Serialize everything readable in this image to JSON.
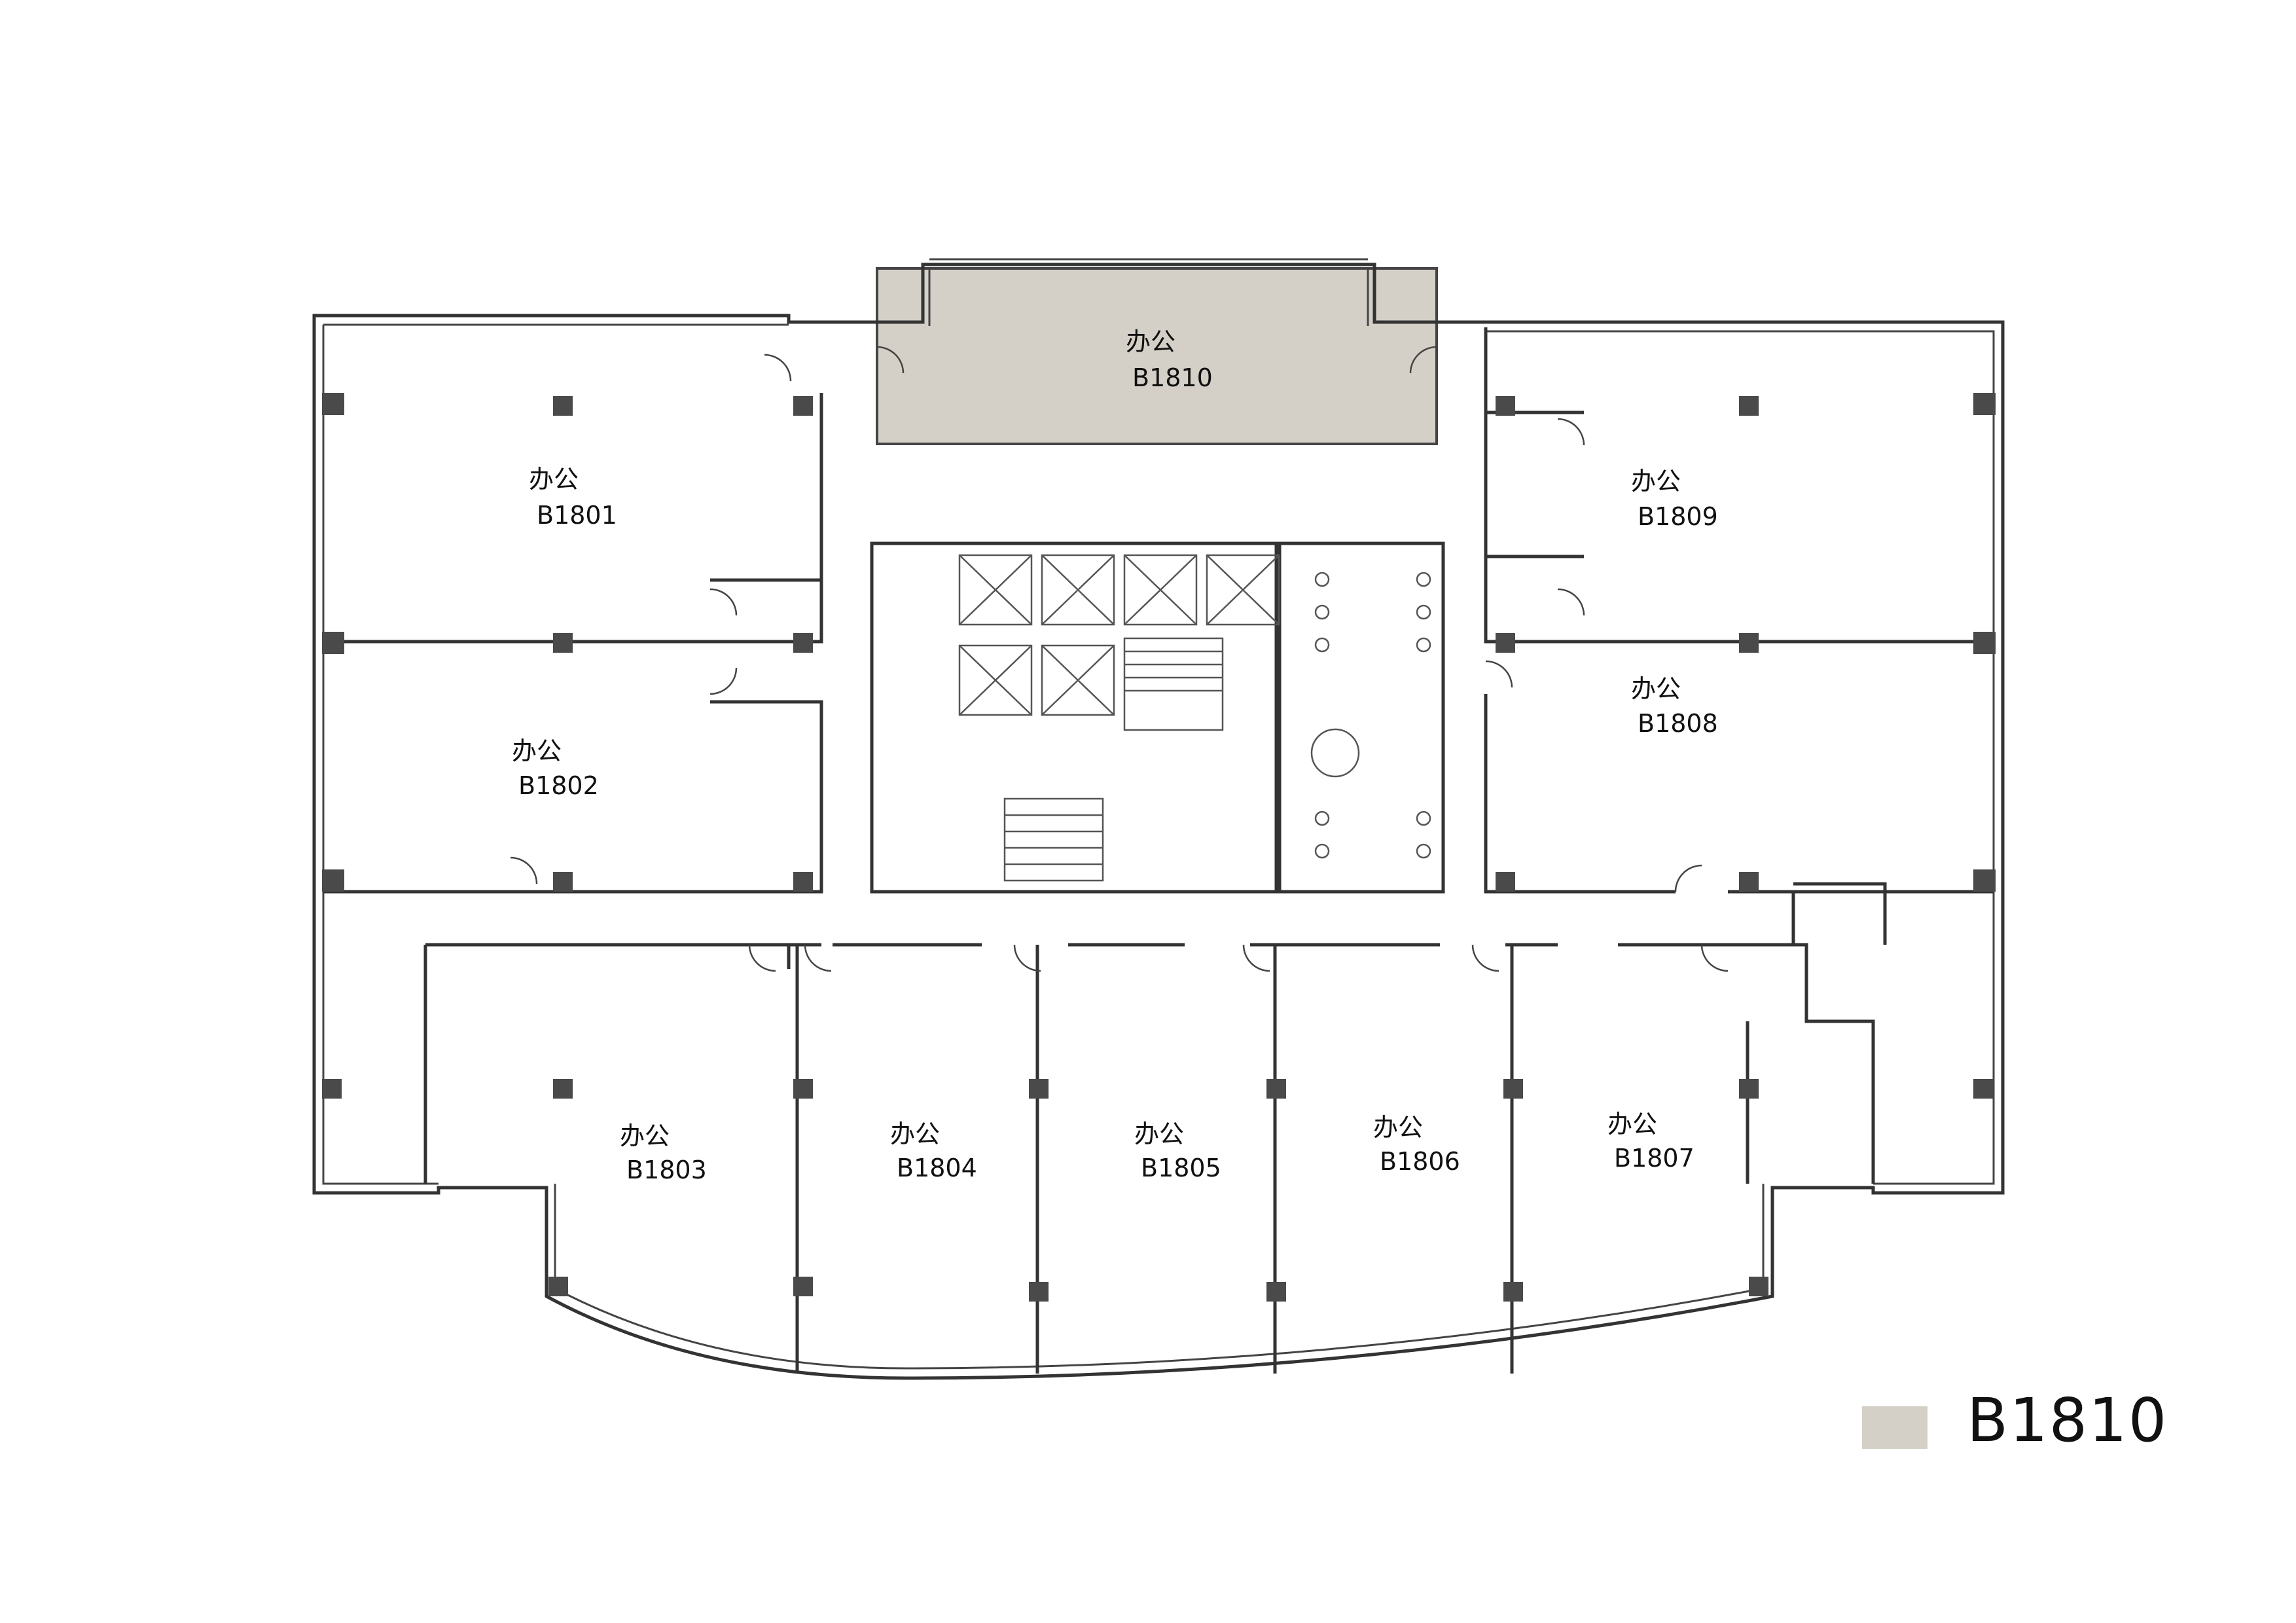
{
  "colors": {
    "highlight": "#d5d0c7",
    "wall": "#333333",
    "column": "#4a4a4a"
  },
  "rooms": [
    {
      "id": "B1801",
      "name": "办公",
      "highlighted": false
    },
    {
      "id": "B1802",
      "name": "办公",
      "highlighted": false
    },
    {
      "id": "B1803",
      "name": "办公",
      "highlighted": false
    },
    {
      "id": "B1804",
      "name": "办公",
      "highlighted": false
    },
    {
      "id": "B1805",
      "name": "办公",
      "highlighted": false
    },
    {
      "id": "B1806",
      "name": "办公",
      "highlighted": false
    },
    {
      "id": "B1807",
      "name": "办公",
      "highlighted": false
    },
    {
      "id": "B1808",
      "name": "办公",
      "highlighted": false
    },
    {
      "id": "B1809",
      "name": "办公",
      "highlighted": false
    },
    {
      "id": "B1810",
      "name": "办公",
      "highlighted": true
    }
  ],
  "legend": {
    "label": "B1810"
  }
}
